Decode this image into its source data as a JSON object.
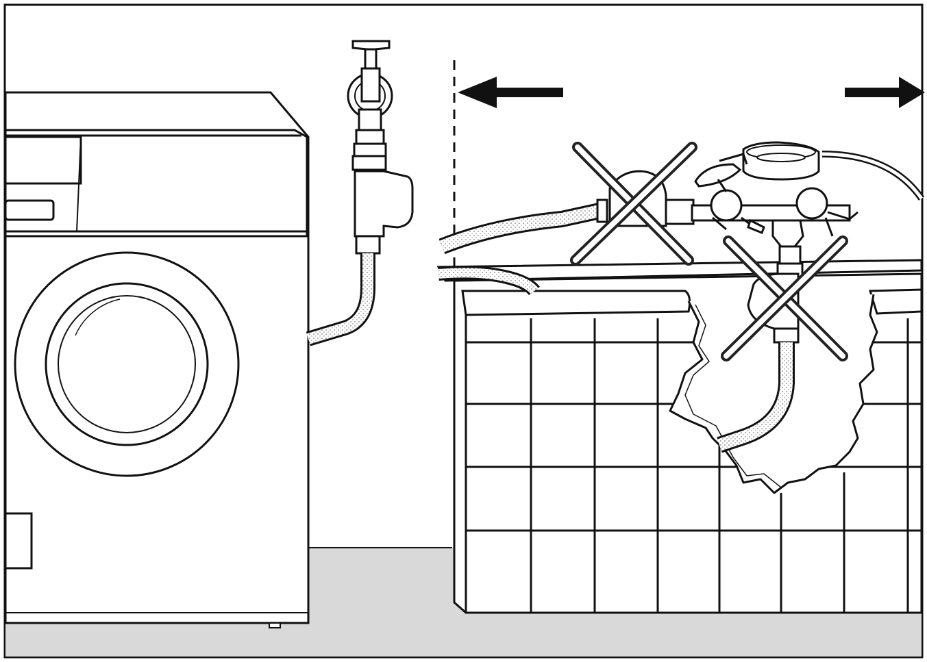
{
  "illustration": {
    "elements": [
      "washing-machine",
      "wall-tap",
      "water-stop-valve",
      "inlet-hose",
      "bathtub",
      "bath-mixer-tap",
      "shower-head",
      "dashed-boundary-line",
      "arrow-left-icon",
      "arrow-right-icon",
      "cross-mark-icon"
    ]
  },
  "colors": {
    "line": "#111111",
    "floor": "#d9d9d9",
    "background": "#ffffff",
    "cross": "#222222"
  }
}
